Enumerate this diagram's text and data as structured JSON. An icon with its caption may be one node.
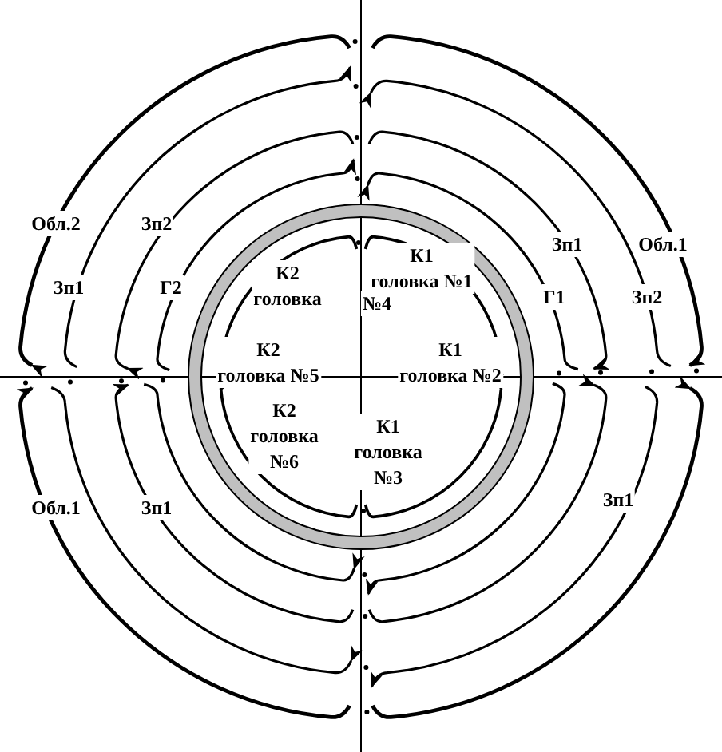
{
  "diagram": {
    "labels": [
      "Обл.2",
      "Зп2",
      "Зп1",
      "Обл.1",
      "Зп1",
      "Г2",
      "Г1",
      "Зп2",
      "К2 головка",
      "К1 головка №1",
      "№4",
      "К2 головка №5",
      "К1 головка №2",
      "К2 головка №6",
      "К1 головка №3",
      "Обл.1",
      "Зп1",
      "Зп1"
    ]
  }
}
